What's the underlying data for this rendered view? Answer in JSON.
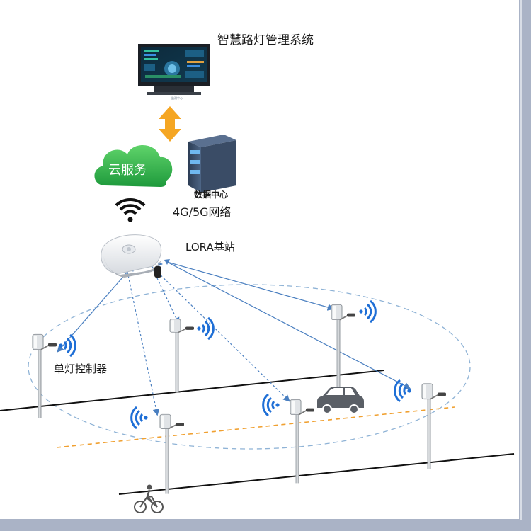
{
  "diagram": {
    "title": "智慧路灯管理系统",
    "monitor_caption": "监测中心",
    "cloud_label": "云服务",
    "datacenter_label": "数据中心",
    "network_label": "4G/5G网络",
    "gateway_label": "LORA基站",
    "controller_label": "单灯控制器"
  },
  "icons": [
    "monitor-icon",
    "updown-arrow-icon",
    "cloud-icon",
    "server-icon",
    "wifi-icon",
    "gateway-icon",
    "street-lamp-icon",
    "signal-icon",
    "car-icon",
    "bicycle-icon"
  ],
  "colors": {
    "arrow": "#f5a623",
    "cloud": "#2fb34f",
    "links": "#4a7fc0",
    "coverage": "#8fb3d6",
    "dashed_road": "#f0a030",
    "signal": "#1f6fd6",
    "frame": "#aab3c6"
  }
}
